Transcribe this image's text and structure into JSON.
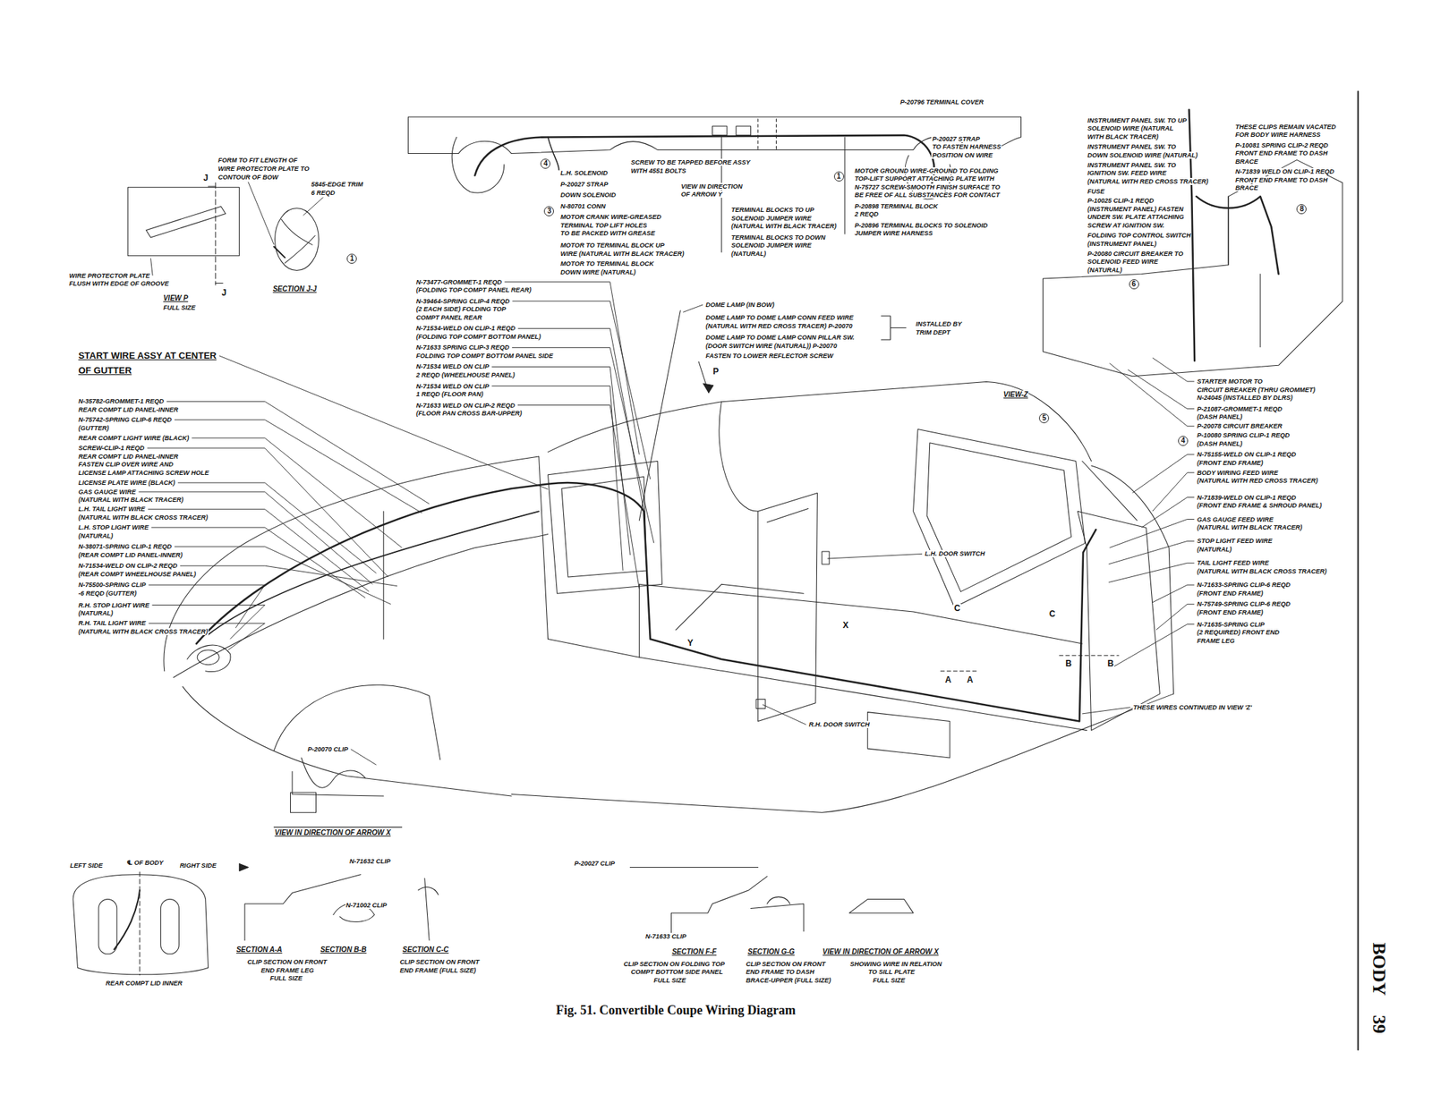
{
  "diagram": {
    "caption": "Fig. 51. Convertible Coupe Wiring Diagram",
    "labels": [
      "FORM TO FIT LENGTH OF",
      "WIRE PROTECTOR PLATE TO",
      "CONTOUR OF BOW",
      "5845-EDGE TRIM",
      "6 REQD",
      "WIRE PROTECTOR PLATE",
      "FLUSH WITH EDGE OF GROOVE",
      "VIEW P",
      "FULL SIZE",
      "SECTION J-J",
      "J",
      "J",
      "1",
      "L.H. SOLENOID",
      "P-20027 STRAP",
      "DOWN SOLENOID",
      "N-80701 CONN",
      "MOTOR CRANK WIRE-GREASED",
      "TERMINAL TOP LIFT HOLES",
      "TO BE PACKED WITH GREASE",
      "MOTOR TO TERMINAL BLOCK UP",
      "WIRE (NATURAL WITH BLACK TRACER)",
      "MOTOR TO TERMINAL BLOCK",
      "DOWN WIRE (NATURAL)",
      "SCREW TO BE TAPPED BEFORE ASSY",
      "WITH 4551 BOLTS",
      "VIEW IN DIRECTION",
      "OF ARROW Y",
      "4",
      "3",
      "TERMINAL BLOCKS TO UP",
      "SOLENOID JUMPER WIRE",
      "(NATURAL WITH BLACK TRACER)",
      "TERMINAL BLOCKS TO DOWN",
      "SOLENOID JUMPER WIRE",
      "(NATURAL)",
      "MOTOR GROUND WIRE-GROUND TO FOLDING",
      "TOP-LIFT SUPPORT ATTACHING PLATE WITH",
      "N-75727 SCREW-SMOOTH FINISH SURFACE TO",
      "BE FREE OF ALL SUBSTANCES FOR CONTACT",
      "P-20898 TERMINAL BLOCK",
      "2 REQD",
      "P-20896 TERMINAL BLOCKS TO SOLENOID",
      "JUMPER WIRE HARNESS",
      "P-20027 STRAP",
      "TO FASTEN HARNESS",
      "POSITION ON WIRE",
      "1",
      "P-20796 TERMINAL COVER",
      "INSTRUMENT PANEL SW. TO UP",
      "SOLENOID WIRE (NATURAL",
      "WITH BLACK TRACER)",
      "INSTRUMENT PANEL SW. TO",
      "DOWN SOLENOID WIRE (NATURAL)",
      "INSTRUMENT PANEL SW. TO",
      "IGNITION SW. FEED WIRE",
      "(NATURAL WITH RED CROSS TRACER)",
      "FUSE",
      "P-10025 CLIP-1 REQD",
      "(INSTRUMENT PANEL) FASTEN",
      "UNDER SW. PLATE ATTACHING",
      "SCREW AT IGNITION SW.",
      "FOLDING TOP CONTROL SWITCH",
      "(INSTRUMENT PANEL)",
      "P-20080 CIRCUIT BREAKER TO",
      "SOLENOID FEED WIRE",
      "(NATURAL)",
      "THESE CLIPS REMAIN VACATED",
      "FOR BODY WIRE HARNESS",
      "P-10081 SPRING CLIP-2 REQD",
      "FRONT END FRAME TO DASH",
      "BRACE",
      "N-71839 WELD ON CLIP-1 REQD",
      "FRONT END FRAME TO DASH",
      "BRACE",
      "6",
      "8",
      "START WIRE ASSY AT CENTER",
      "OF GUTTER",
      "N-35782-GROMMET-1 REQD",
      "REAR COMPT LID PANEL-INNER",
      "N-75742-SPRING CLIP-6 REQD",
      "(GUTTER)",
      "REAR COMPT LIGHT WIRE (BLACK)",
      "SCREW-CLIP-1 REQD",
      "REAR COMPT LID PANEL-INNER",
      "FASTEN CLIP OVER WIRE AND",
      "LICENSE LAMP ATTACHING SCREW HOLE",
      "LICENSE PLATE WIRE (BLACK)",
      "GAS GAUGE WIRE",
      "(NATURAL WITH BLACK TRACER)",
      "L.H. TAIL LIGHT WIRE",
      "(NATURAL WITH BLACK CROSS TRACER)",
      "L.H. STOP LIGHT WIRE",
      "(NATURAL)",
      "N-38071-SPRING CLIP-1 REQD",
      "(REAR COMPT LID PANEL-INNER)",
      "N-71534-WELD ON CLIP-2 REQD",
      "(REAR COMPT WHEELHOUSE PANEL)",
      "N-75500-SPRING CLIP",
      "-6 REQD (GUTTER)",
      "R.H. STOP LIGHT WIRE",
      "(NATURAL)",
      "R.H. TAIL LIGHT WIRE",
      "(NATURAL WITH BLACK CROSS TRACER)",
      "N-73477-GROMMET-1 REQD",
      "(FOLDING TOP COMPT PANEL REAR)",
      "N-39464-SPRING CLIP-4 REQD",
      "(2 EACH SIDE) FOLDING TOP",
      "COMPT PANEL REAR",
      "N-71534-WELD ON CLIP-1 REQD",
      "(FOLDING TOP COMPT BOTTOM PANEL)",
      "N-71633 SPRING CLIP-3 REQD",
      "FOLDING TOP COMPT BOTTOM PANEL SIDE",
      "N-71534 WELD ON CLIP",
      "2 REQD (WHEELHOUSE PANEL)",
      "N-71534 WELD ON CLIP",
      "1 REQD (FLOOR PAN)",
      "N-71633 WELD ON CLIP-2 REQD",
      "(FLOOR PAN CROSS BAR-UPPER)",
      "DOME LAMP (IN BOW)",
      "DOME LAMP TO DOME LAMP CONN FEED WIRE",
      "(NATURAL WITH RED CROSS TRACER) P-20070",
      "DOME LAMP TO DOME LAMP CONN PILLAR SW.",
      "(DOOR SWITCH WIRE (NATURAL)) P-20070",
      "FASTEN TO LOWER REFLECTOR SCREW",
      "INSTALLED BY",
      "TRIM DEPT",
      "P",
      "VIEW-Z",
      "5",
      "STARTER MOTOR TO",
      "CIRCUIT BREAKER (THRU GROMMET)",
      "N-24045 (INSTALLED BY DLRS)",
      "P-21087-GROMMET-1 REQD",
      "(DASH PANEL)",
      "P-20078 CIRCUIT BREAKER",
      "P-10080 SPRING CLIP-1 REQD",
      "(DASH PANEL)",
      "4",
      "N-75155-WELD ON CLIP-1 REQD",
      "(FRONT END FRAME)",
      "BODY WIRING FEED WIRE",
      "(NATURAL WITH RED CROSS TRACER)",
      "N-71839-WELD ON CLIP-1 REQD",
      "(FRONT END FRAME & SHROUD PANEL)",
      "GAS GAUGE FEED WIRE",
      "(NATURAL WITH BLACK TRACER)",
      "STOP LIGHT FEED WIRE",
      "(NATURAL)",
      "TAIL LIGHT FEED WIRE",
      "(NATURAL WITH BLACK CROSS TRACER)",
      "N-71633-SPRING CLIP-6 REQD",
      "(FRONT END FRAME)",
      "N-75749-SPRING CLIP-6 REQD",
      "(FRONT END FRAME)",
      "N-71635-SPRING CLIP",
      "(2 REQUIRED) FRONT END",
      "FRAME LEG",
      "THESE WIRES CONTINUED IN VIEW 'Z'",
      "L.H. DOOR SWITCH",
      "R.H. DOOR SWITCH",
      "X",
      "Y",
      "A",
      "A",
      "B",
      "B",
      "C",
      "C",
      "P-20070 CLIP",
      "VIEW IN DIRECTION OF ARROW X",
      "LEFT SIDE",
      "℄ OF BODY",
      "RIGHT SIDE",
      "REAR COMPT LID INNER",
      "N-71632 CLIP",
      "N-71002 CLIP",
      "SECTION A-A",
      "SECTION B-B",
      "SECTION C-C",
      "CLIP SECTION ON FRONT",
      "END FRAME LEG",
      "FULL SIZE",
      "CLIP SECTION ON FRONT",
      "END FRAME (FULL SIZE)",
      "P-20027 CLIP",
      "N-71633 CLIP",
      "SECTION F-F",
      "SECTION G-G",
      "VIEW IN DIRECTION OF ARROW X",
      "CLIP SECTION ON FOLDING TOP",
      "COMPT BOTTOM SIDE PANEL",
      "FULL SIZE",
      "CLIP SECTION ON FRONT",
      "END FRAME TO DASH",
      "BRACE-UPPER (FULL SIZE)",
      "SHOWING WIRE IN RELATION",
      "TO SILL PLATE",
      "FULL SIZE",
      "BODY",
      "39"
    ]
  }
}
